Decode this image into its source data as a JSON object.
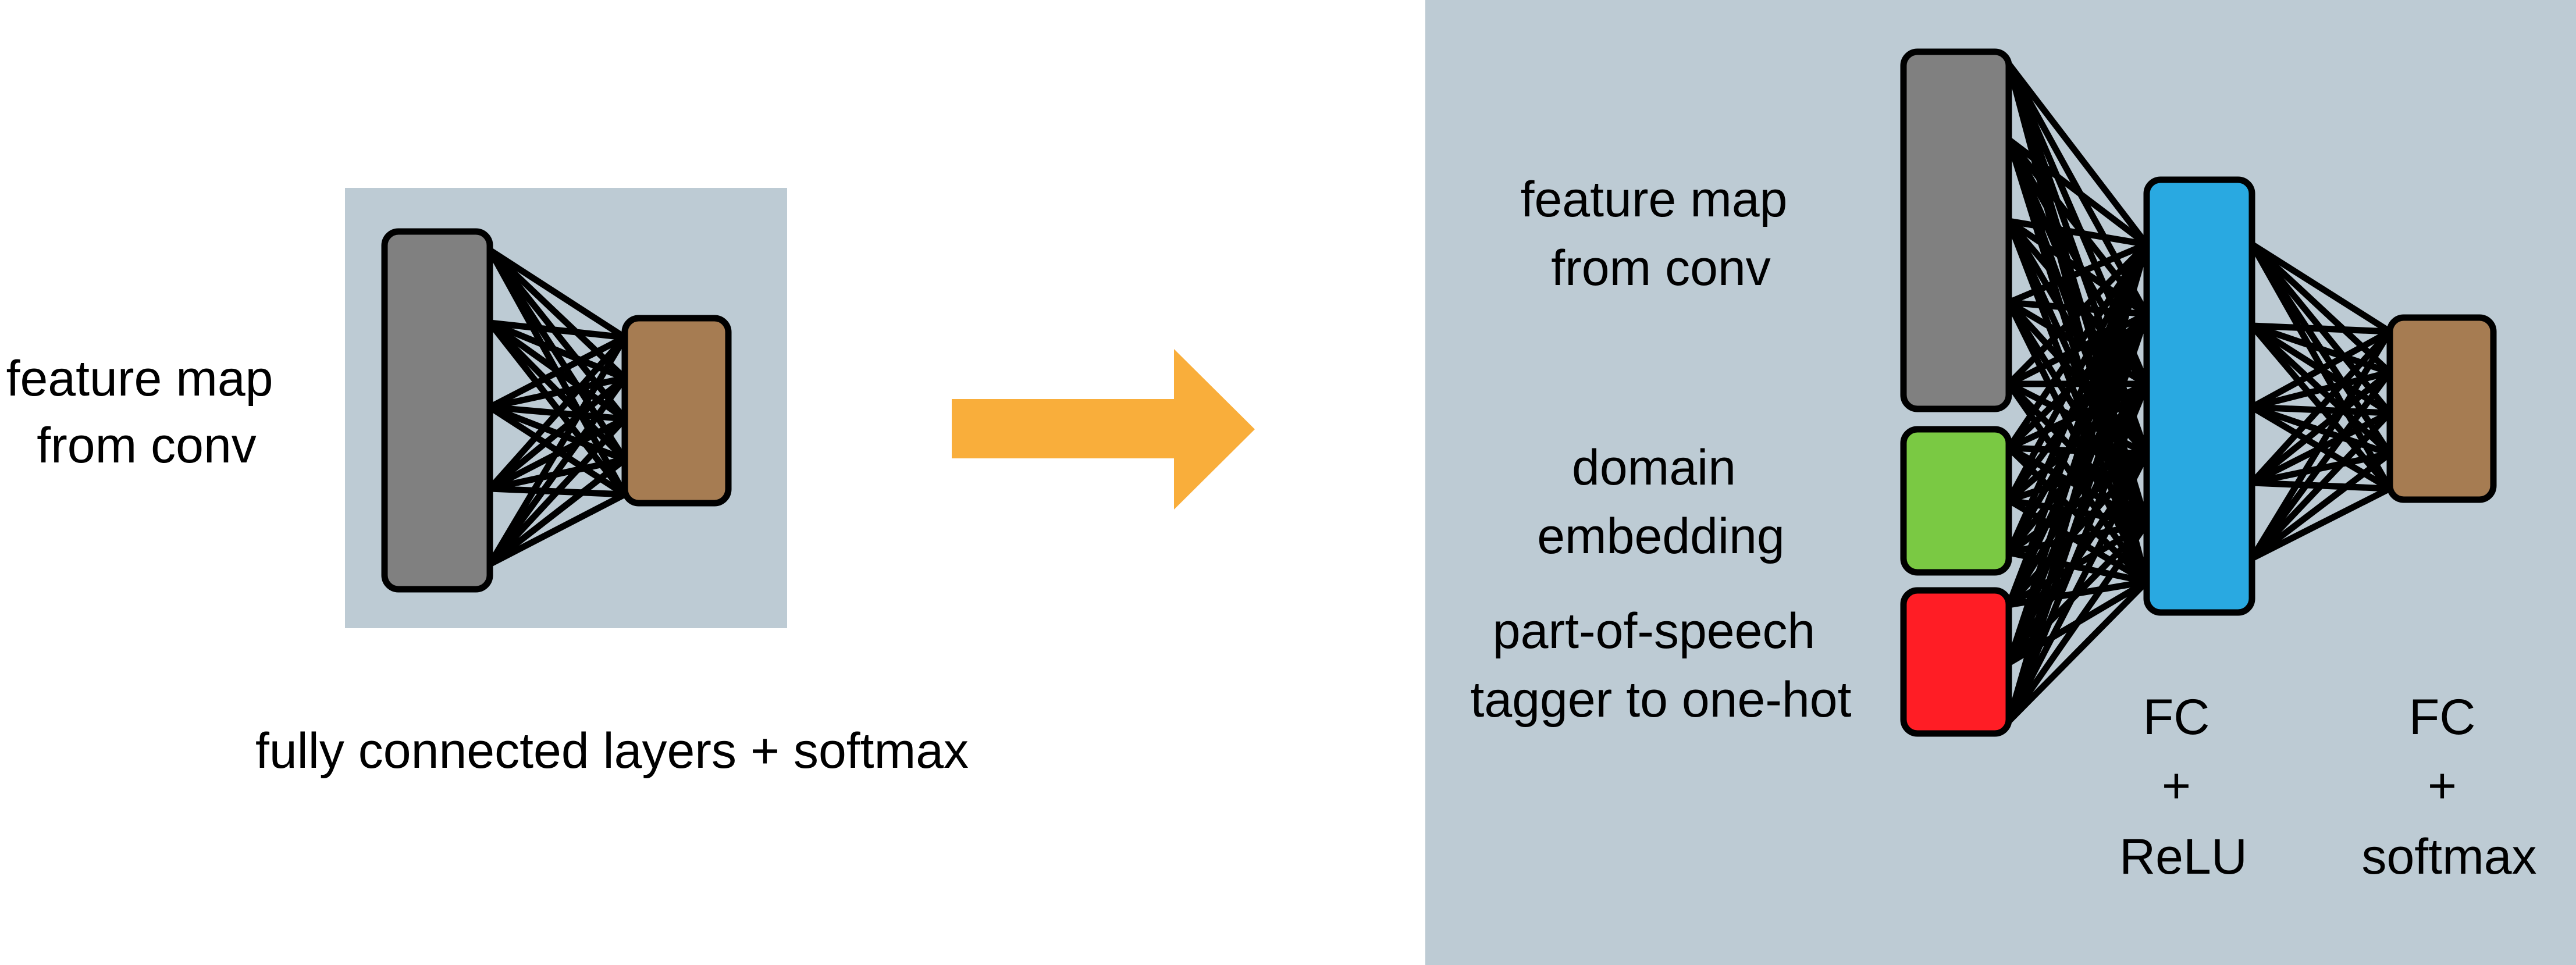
{
  "colors": {
    "background": "#ffffff",
    "panel": "#bdcbd4",
    "feature_block": "#808080",
    "output_block": "#a67c52",
    "domain_block": "#7ac943",
    "pos_block": "#ff1d25",
    "relu_block": "#29a9e1",
    "arrow": "#f9ae3b",
    "stroke": "#000000"
  },
  "left": {
    "feature_label": [
      "feature map",
      "from conv"
    ],
    "caption": "fully connected layers + softmax"
  },
  "arrow": {
    "icon": "right-arrow-icon"
  },
  "right": {
    "feature_label": [
      "feature map",
      "from conv"
    ],
    "domain_label": [
      "domain",
      "embedding"
    ],
    "pos_label": [
      "part-of-speech",
      "tagger to one-hot"
    ],
    "fc_relu_label": [
      "FC",
      "+",
      "ReLU"
    ],
    "fc_softmax_label": [
      "FC",
      "+",
      "softmax"
    ]
  }
}
